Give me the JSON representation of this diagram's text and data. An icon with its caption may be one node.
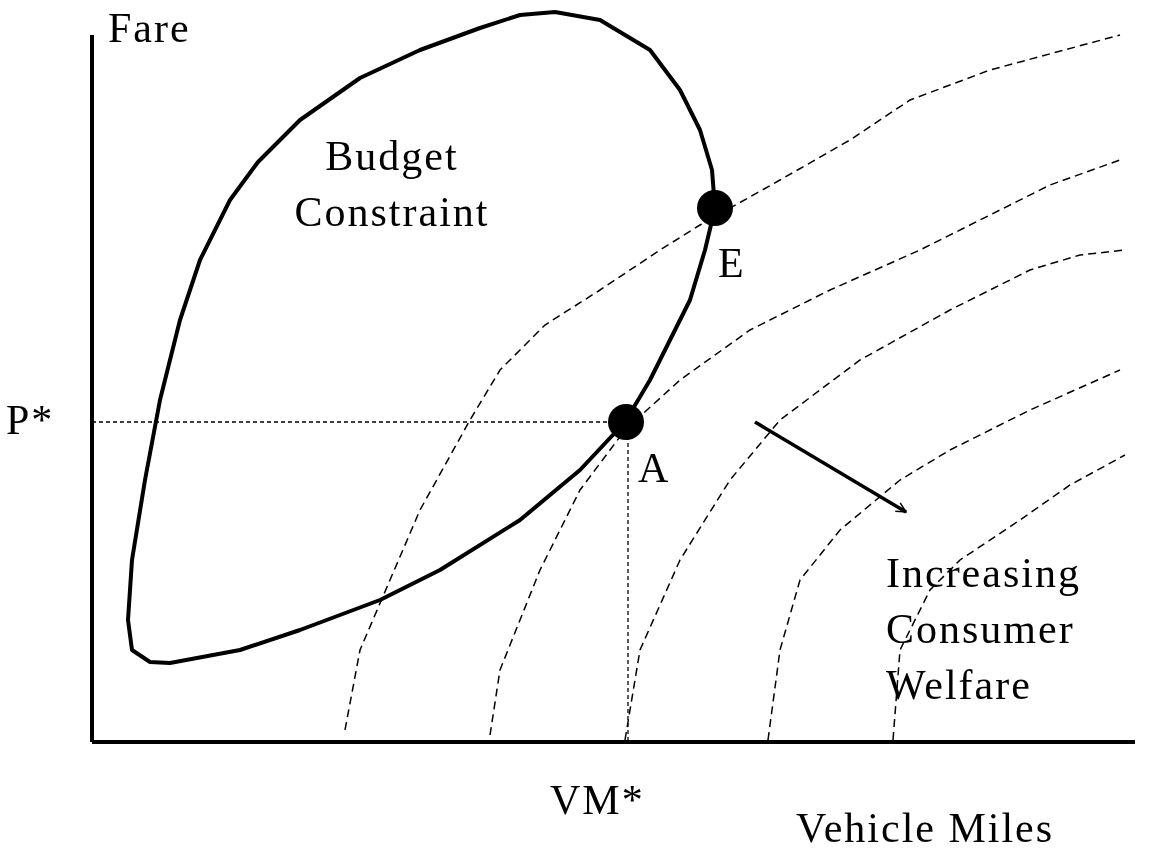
{
  "diagram": {
    "labels": [
      "Fare",
      "Budget Constraint",
      "E",
      "P*",
      "A",
      "Increasing Consumer Welfare",
      "VM*",
      "Vehicle Miles"
    ]
  }
}
